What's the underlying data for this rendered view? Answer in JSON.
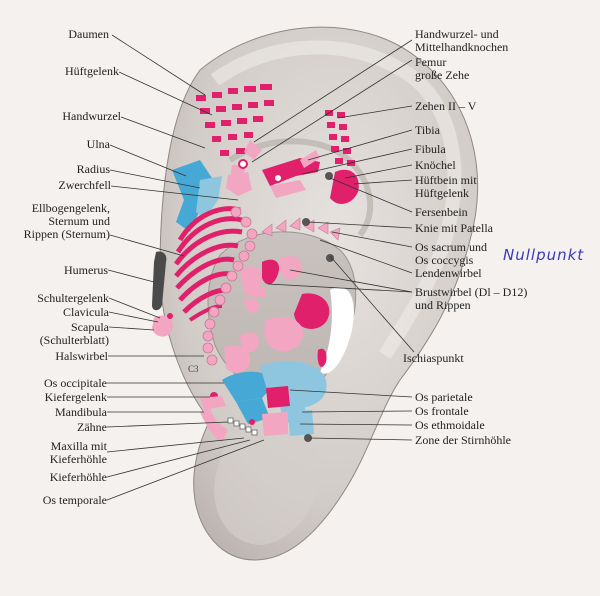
{
  "labels_left": [
    {
      "id": "daumen",
      "text": "Daumen"
    },
    {
      "id": "hueftgelenk",
      "text": "Hüftgelenk"
    },
    {
      "id": "handwurzel",
      "text": "Handwurzel"
    },
    {
      "id": "ulna",
      "text": "Ulna"
    },
    {
      "id": "radius",
      "text": "Radius"
    },
    {
      "id": "zwerchfell",
      "text": "Zwerchfell"
    },
    {
      "id": "ellbogen",
      "text": "Ellbogengelenk,\nSternum und\nRippen (Sternum)"
    },
    {
      "id": "humerus",
      "text": "Humerus"
    },
    {
      "id": "schultergelenk",
      "text": "Schultergelenk"
    },
    {
      "id": "clavicula",
      "text": "Clavicula"
    },
    {
      "id": "scapula",
      "text": "Scapula\n(Schulterblatt)"
    },
    {
      "id": "halswirbel",
      "text": "Halswirbel"
    },
    {
      "id": "os-occipitale",
      "text": "Os occipitale"
    },
    {
      "id": "kiefergelenk",
      "text": "Kiefergelenk"
    },
    {
      "id": "mandibula",
      "text": "Mandibula"
    },
    {
      "id": "zaehne",
      "text": "Zähne"
    },
    {
      "id": "maxilla",
      "text": "Maxilla mit\nKieferhöhle"
    },
    {
      "id": "kieferhoehle",
      "text": "Kieferhöhle"
    },
    {
      "id": "os-temporale",
      "text": "Os temporale"
    }
  ],
  "labels_right": [
    {
      "id": "handwurzel-mittelhand",
      "text": "Handwurzel- und\nMittelhandknochen"
    },
    {
      "id": "femur",
      "text": "Femur\ngroße Zehe"
    },
    {
      "id": "zehen",
      "text": "Zehen II – V"
    },
    {
      "id": "tibia",
      "text": "Tibia"
    },
    {
      "id": "fibula",
      "text": "Fibula"
    },
    {
      "id": "knoechel",
      "text": "Knöchel"
    },
    {
      "id": "hueftbein",
      "text": "Hüftbein mit\nHüftgelenk"
    },
    {
      "id": "fersenbein",
      "text": "Fersenbein"
    },
    {
      "id": "knie",
      "text": "Knie mit Patella"
    },
    {
      "id": "os-sacrum",
      "text": "Os sacrum und\nOs coccygis"
    },
    {
      "id": "lendenwirbel",
      "text": "Lendenwirbel"
    },
    {
      "id": "brustwirbel",
      "text": "Brustwirbel (Dl – D12)\nund Rippen"
    },
    {
      "id": "ischiaspunkt",
      "text": "Ischiaspunkt"
    },
    {
      "id": "os-parietale",
      "text": "Os parietale"
    },
    {
      "id": "os-frontale",
      "text": "Os frontale"
    },
    {
      "id": "os-ethmoidale",
      "text": "Os ethmoidale"
    },
    {
      "id": "zone-stirnhoehle",
      "text": "Zone der Stirnhöhle"
    }
  ],
  "annotations": {
    "nullpunkt": "Nullpunkt",
    "c3": "C3"
  },
  "colors": {
    "magenta": "#e0206a",
    "pink": "#f2a6c2",
    "light_blue": "#8ec6e0",
    "blue": "#46a8d4",
    "ear_skin": "#d9d4d1",
    "ear_shadow": "#b3aca8",
    "handwriting": "#3a3ab8"
  }
}
